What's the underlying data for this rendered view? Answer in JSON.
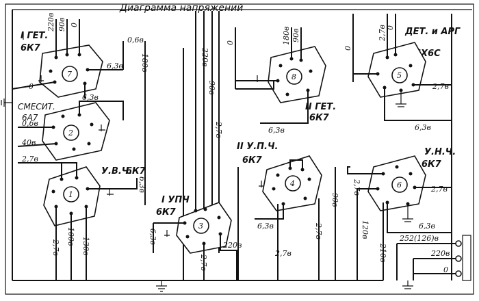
{
  "title": "Диаграмма напряжений",
  "tubes": [
    {
      "id": "tube-7",
      "number": "7",
      "stage": "I ГЕТ.",
      "type": "6К7"
    },
    {
      "id": "tube-2",
      "number": "2",
      "stage": "СМЕСИТ.",
      "type": "6А7"
    },
    {
      "id": "tube-1",
      "number": "1",
      "stage": "У.В.Ч.",
      "type": "6К7"
    },
    {
      "id": "tube-3",
      "number": "3",
      "stage": "I УПЧ",
      "type": "6К7"
    },
    {
      "id": "tube-8",
      "number": "8",
      "stage": "II ГЕТ.",
      "type": "6К7"
    },
    {
      "id": "tube-4",
      "number": "4",
      "stage": "II У.П.Ч.",
      "type": "6К7"
    },
    {
      "id": "tube-5",
      "number": "5",
      "stage": "ДЕТ. и АРГ",
      "type": "6Х6С"
    },
    {
      "id": "tube-6",
      "number": "6",
      "stage": "У.Н.Ч.",
      "type": "6К7"
    }
  ],
  "voltages": {
    "t7_a": "220в",
    "t7_b": "90в",
    "t7_c": "0",
    "t7_right": "6,3в",
    "t7_left": "0",
    "t7_side1": "0,6в",
    "t7_side2": "180в",
    "t2_top": "6,3в",
    "t2_l1": "0,6в",
    "t2_l2": "40в",
    "t1_left": "2,7в",
    "t1_right": "6,3в",
    "t1_b1": "2,7в",
    "t1_b2": "100в",
    "t1_b3": "130в",
    "bus1": "220в",
    "bus2": "90в",
    "bus3": "2,7в",
    "t3_left": "6,3в",
    "t3_bottom": "2,7в",
    "t3_right": "220в",
    "t8_left": "0",
    "t8_a": "180в",
    "t8_b": "90в",
    "t8_bottom": "6,3в",
    "t4_bottom": "6,3в",
    "t4_b2": "2,7в",
    "t4_r1": "90в",
    "t4_r2": "2,7в",
    "t5_left": "0",
    "t5_a": "2,7в",
    "t5_b": "0",
    "t5_right": "2,7в",
    "t5_bottom": "6,3в",
    "t6_left1": "2,7в",
    "t6_left2": "120в",
    "t6_right": "2,7в",
    "t6_bottom": "6,3в",
    "t6_b2": "210в",
    "out1": "252(126)в",
    "out2": "220в",
    "out3": "0"
  }
}
